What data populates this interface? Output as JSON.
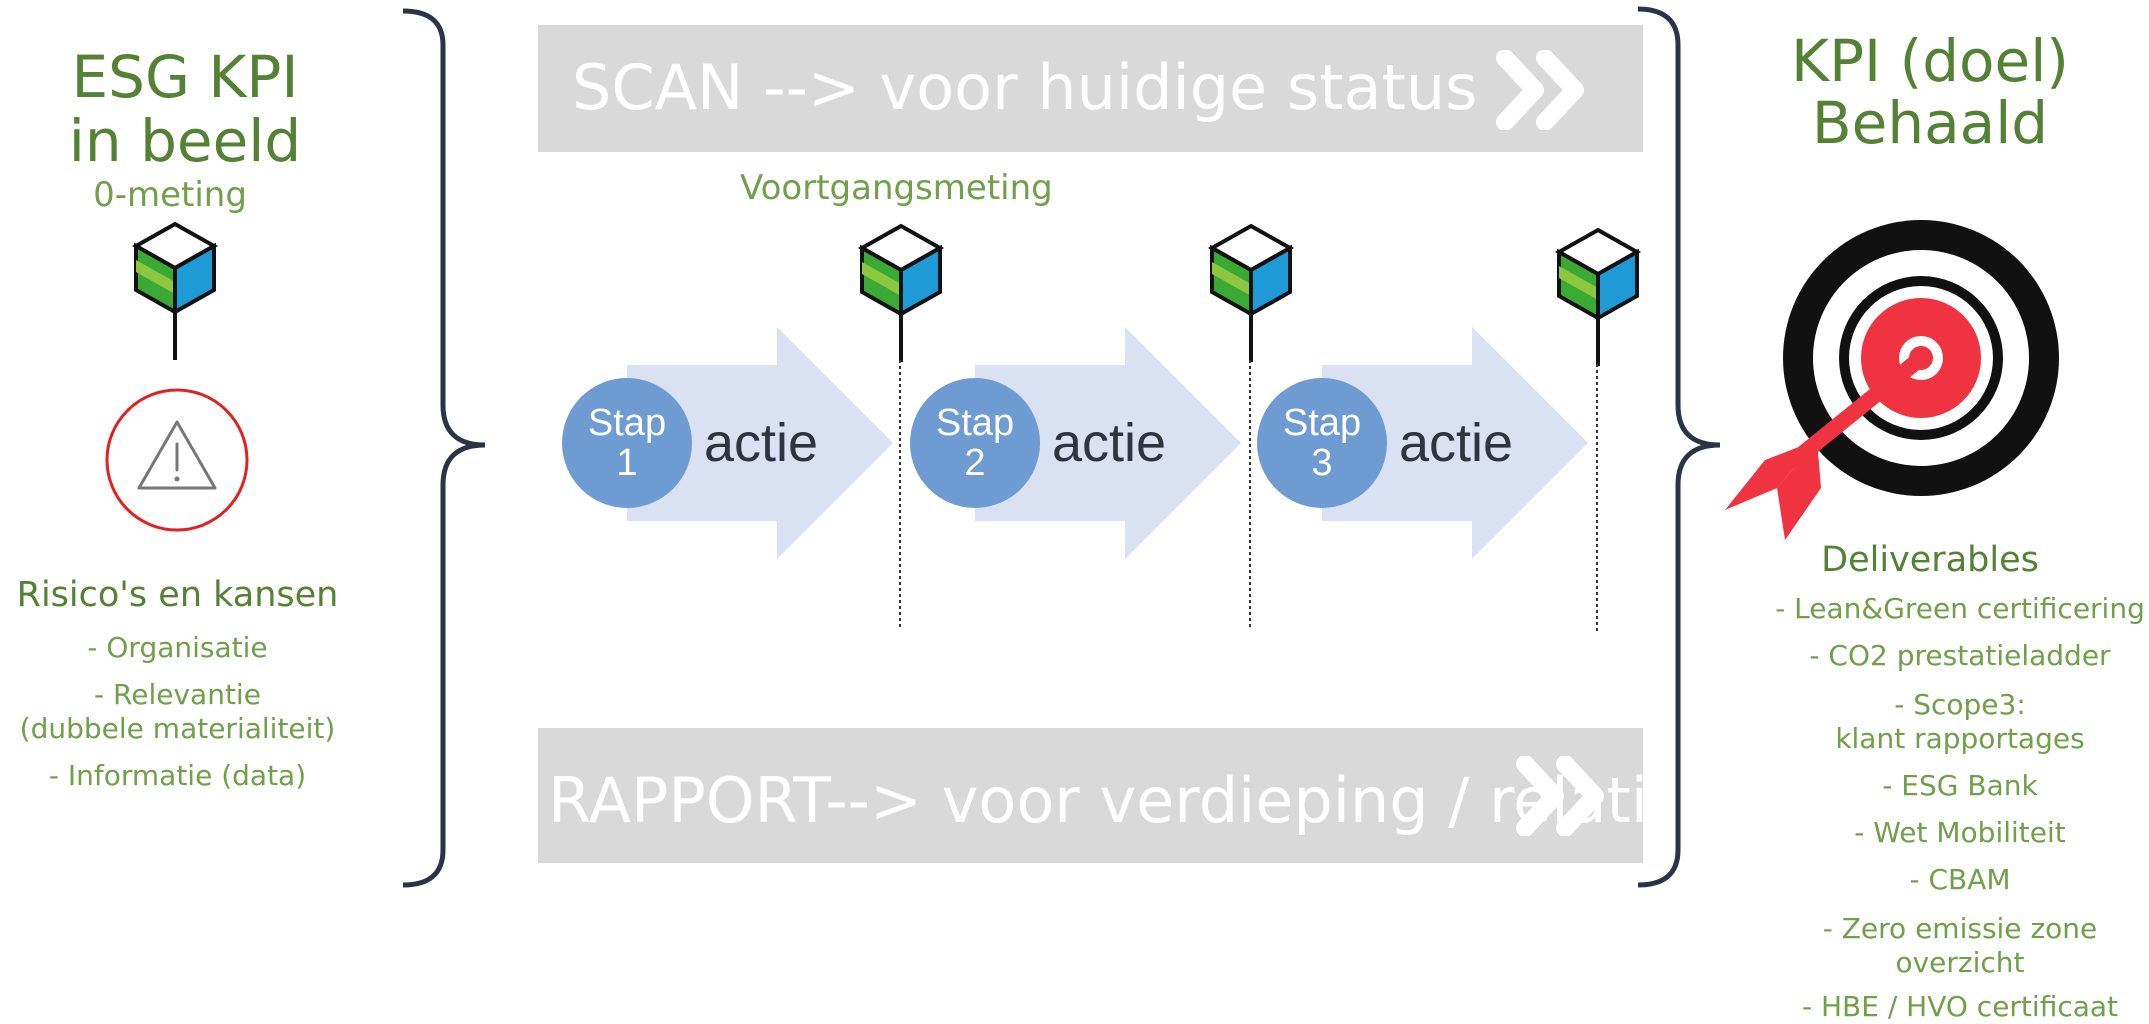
{
  "left": {
    "title_line1": "ESG KPI",
    "title_line2": "in beeld",
    "subtitle": "0-meting"
  },
  "voortgang_label": "Voortgangsmeting",
  "banners": {
    "scan": "SCAN --> voor huidige status",
    "rapport": "RAPPORT--> voor verdieping / relati"
  },
  "steps": [
    {
      "label_line1": "Stap",
      "label_line2": "1",
      "action": "actie"
    },
    {
      "label_line1": "Stap",
      "label_line2": "2",
      "action": "actie"
    },
    {
      "label_line1": "Stap",
      "label_line2": "3",
      "action": "actie"
    }
  ],
  "right": {
    "title_line1": "KPI (doel)",
    "title_line2": "Behaald"
  },
  "risks": {
    "title": "Risico's en kansen",
    "items": [
      "- Organisatie",
      "- Relevantie",
      "(dubbele materialiteit)",
      "- Informatie (data)"
    ]
  },
  "deliverables": {
    "title": "Deliverables",
    "items": [
      "- Lean&Green certificering",
      "- CO2 prestatieladder",
      "- Scope3:",
      "klant rapportages",
      "- ESG Bank",
      "- Wet Mobiliteit",
      "- CBAM",
      "- Zero emissie zone",
      "overzicht",
      "- HBE / HVO certificaat"
    ]
  },
  "colors": {
    "title_green": "#548235",
    "text_green": "#70a04a",
    "banner_gray": "#d9d9d9",
    "step_circle": "#6f9bd3",
    "arrow_fill": "#d9e1f2",
    "cube_blue": "#1e9bd7",
    "cube_green": "#3aaa35",
    "cube_lightgreen": "#8dc63f",
    "target_red": "#ef3340",
    "brace": "#2b3346"
  }
}
